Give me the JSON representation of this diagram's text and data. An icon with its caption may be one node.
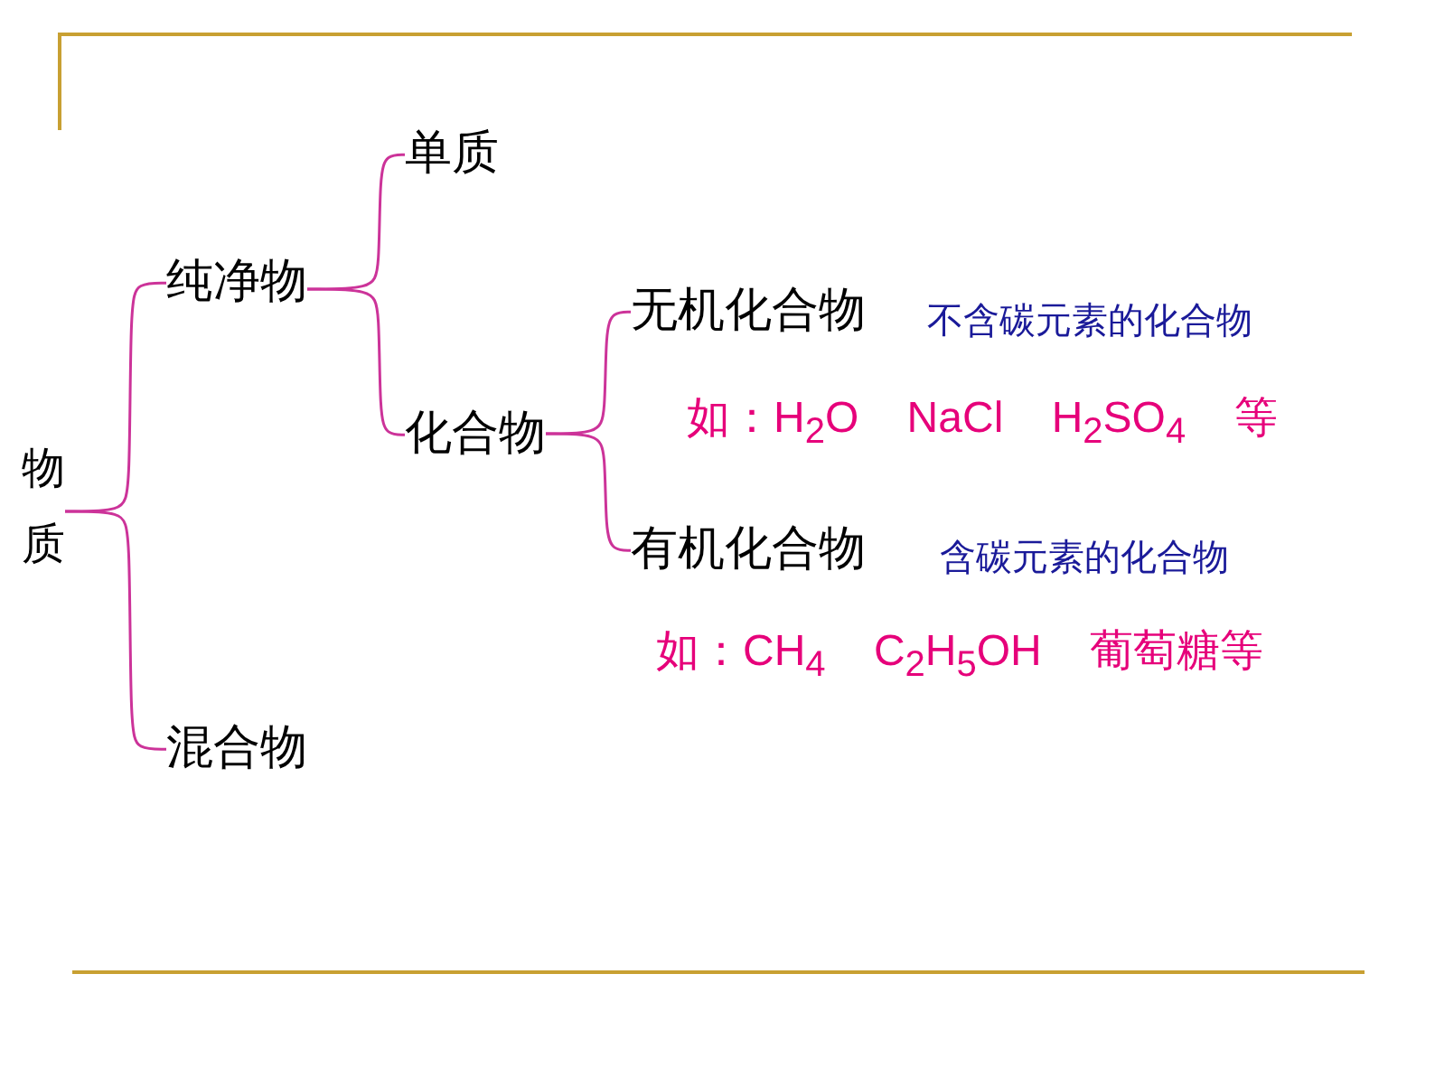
{
  "diagram": {
    "nodes": [
      {
        "text": [
          "物质"
        ]
      },
      {
        "text": [
          "纯净物"
        ]
      },
      {
        "text": [
          "混合物"
        ]
      },
      {
        "text": [
          "单质"
        ]
      },
      {
        "text": [
          "化合物"
        ]
      },
      {
        "text": [
          "无机化合物"
        ],
        "beside": [
          "不含碳元素的化合物",
          "如：H$_{2}$O NaCl H$_{2}$SO$_{4}$ 等"
        ]
      },
      {
        "text": [
          "有机化合物"
        ],
        "beside": [
          "含碳元素的化合物",
          "如：CH$_{4}$ C$_{2}$H$_{5}$OH 葡萄糖等"
        ]
      }
    ],
    "edges": [
      {
        "from": 0,
        "to": 1,
        "arrow": "none"
      },
      {
        "from": 0,
        "to": 2,
        "arrow": "none"
      },
      {
        "from": 1,
        "to": 3,
        "arrow": "none"
      },
      {
        "from": 1,
        "to": 4,
        "arrow": "none"
      },
      {
        "from": 4,
        "to": 5,
        "arrow": "none"
      },
      {
        "from": 4,
        "to": 6,
        "arrow": "none"
      }
    ]
  }
}
